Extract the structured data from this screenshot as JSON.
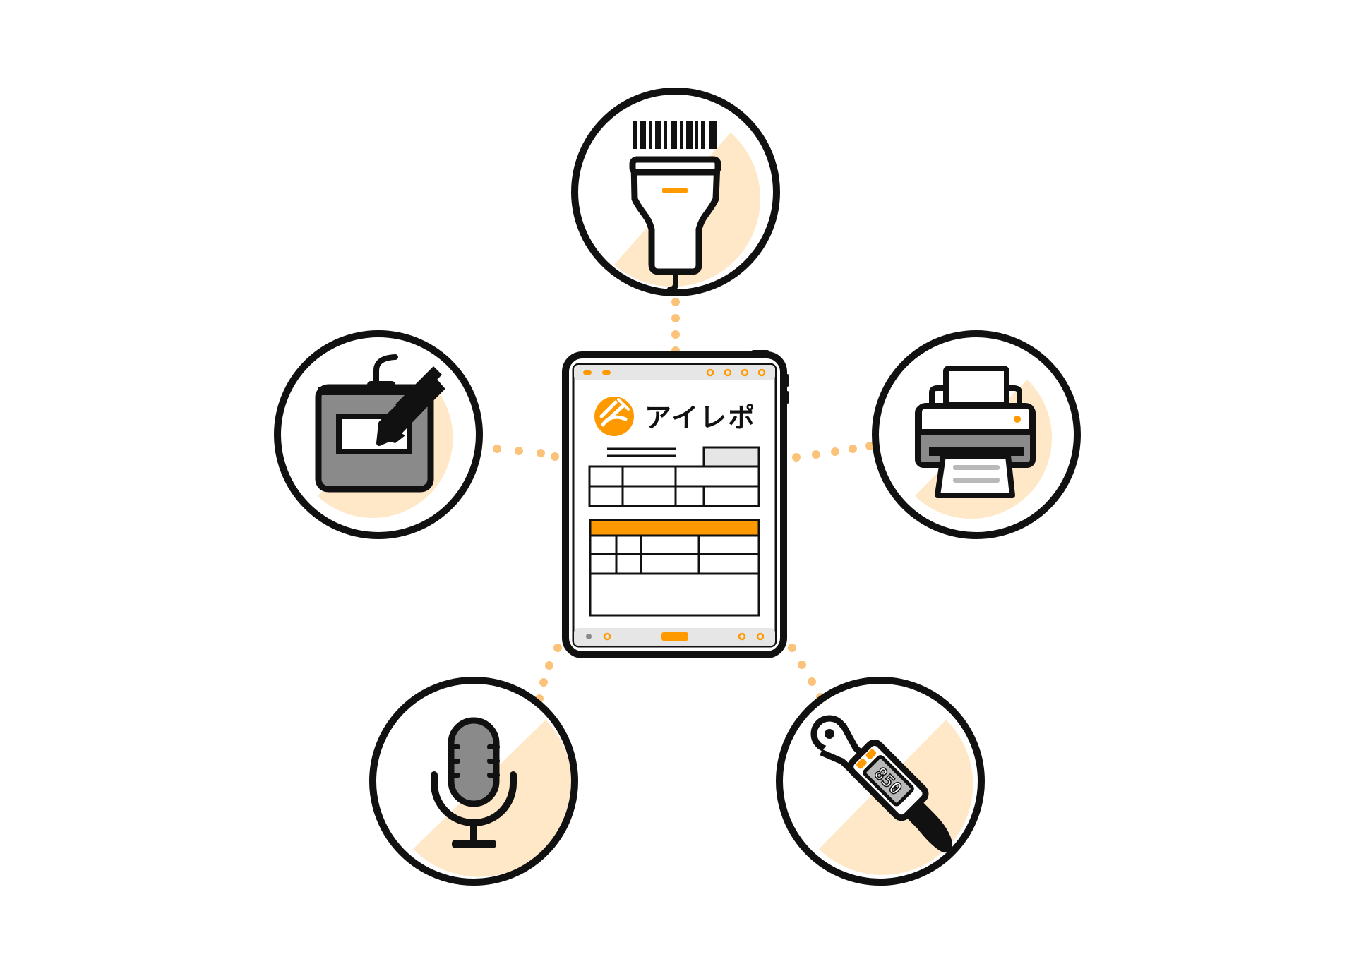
{
  "brand": {
    "name": "アイレポ"
  },
  "devices": [
    {
      "id": "barcode-scanner",
      "icon": "barcode-scanner-icon"
    },
    {
      "id": "signature-pad",
      "icon": "signature-pad-icon"
    },
    {
      "id": "printer",
      "icon": "printer-icon"
    },
    {
      "id": "microphone",
      "icon": "microphone-icon"
    },
    {
      "id": "torque-wrench",
      "icon": "digital-torque-wrench-icon"
    }
  ],
  "wrench_display": {
    "reading": "850"
  },
  "colors": {
    "accent": "#FF9900",
    "accent_light": "#FFE8C8",
    "dots": "#FBC37A",
    "outline": "#111111",
    "gray": "#8A8A8A",
    "screen_bar": "#E6E6E6"
  }
}
